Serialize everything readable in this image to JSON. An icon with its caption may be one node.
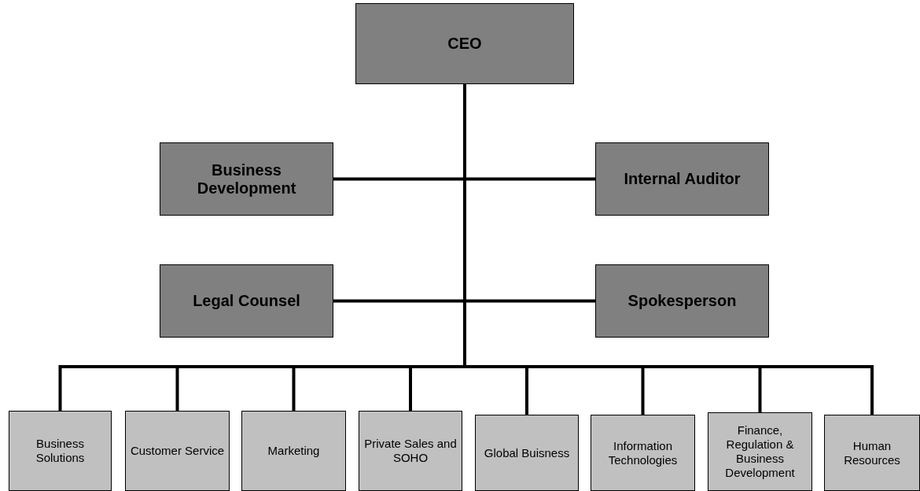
{
  "diagram": {
    "nodes": [
      {
        "text": [
          "CEO"
        ]
      },
      {
        "text": [
          "Business Development"
        ]
      },
      {
        "text": [
          "Internal Auditor"
        ]
      },
      {
        "text": [
          "Legal Counsel"
        ]
      },
      {
        "text": [
          "Spokesperson"
        ]
      },
      {
        "text": [
          "Business Solutions"
        ]
      },
      {
        "text": [
          "Customer Service"
        ]
      },
      {
        "text": [
          "Marketing"
        ]
      },
      {
        "text": [
          "Private Sales and SOHO"
        ]
      },
      {
        "text": [
          "Global Buisness"
        ]
      },
      {
        "text": [
          "Information Technologies"
        ]
      },
      {
        "text": [
          "Finance, Regulation & Business Development"
        ]
      },
      {
        "text": [
          "Human Resources"
        ]
      }
    ],
    "edges": [
      {
        "from": 0,
        "to": 1,
        "arrow": "none"
      },
      {
        "from": 0,
        "to": 2,
        "arrow": "none"
      },
      {
        "from": 0,
        "to": 3,
        "arrow": "none"
      },
      {
        "from": 0,
        "to": 4,
        "arrow": "none"
      },
      {
        "from": 0,
        "to": 5,
        "arrow": "none"
      },
      {
        "from": 0,
        "to": 6,
        "arrow": "none"
      },
      {
        "from": 0,
        "to": 7,
        "arrow": "none"
      },
      {
        "from": 0,
        "to": 8,
        "arrow": "none"
      },
      {
        "from": 0,
        "to": 9,
        "arrow": "none"
      },
      {
        "from": 0,
        "to": 10,
        "arrow": "none"
      },
      {
        "from": 0,
        "to": 11,
        "arrow": "none"
      },
      {
        "from": 0,
        "to": 12,
        "arrow": "none"
      }
    ]
  }
}
